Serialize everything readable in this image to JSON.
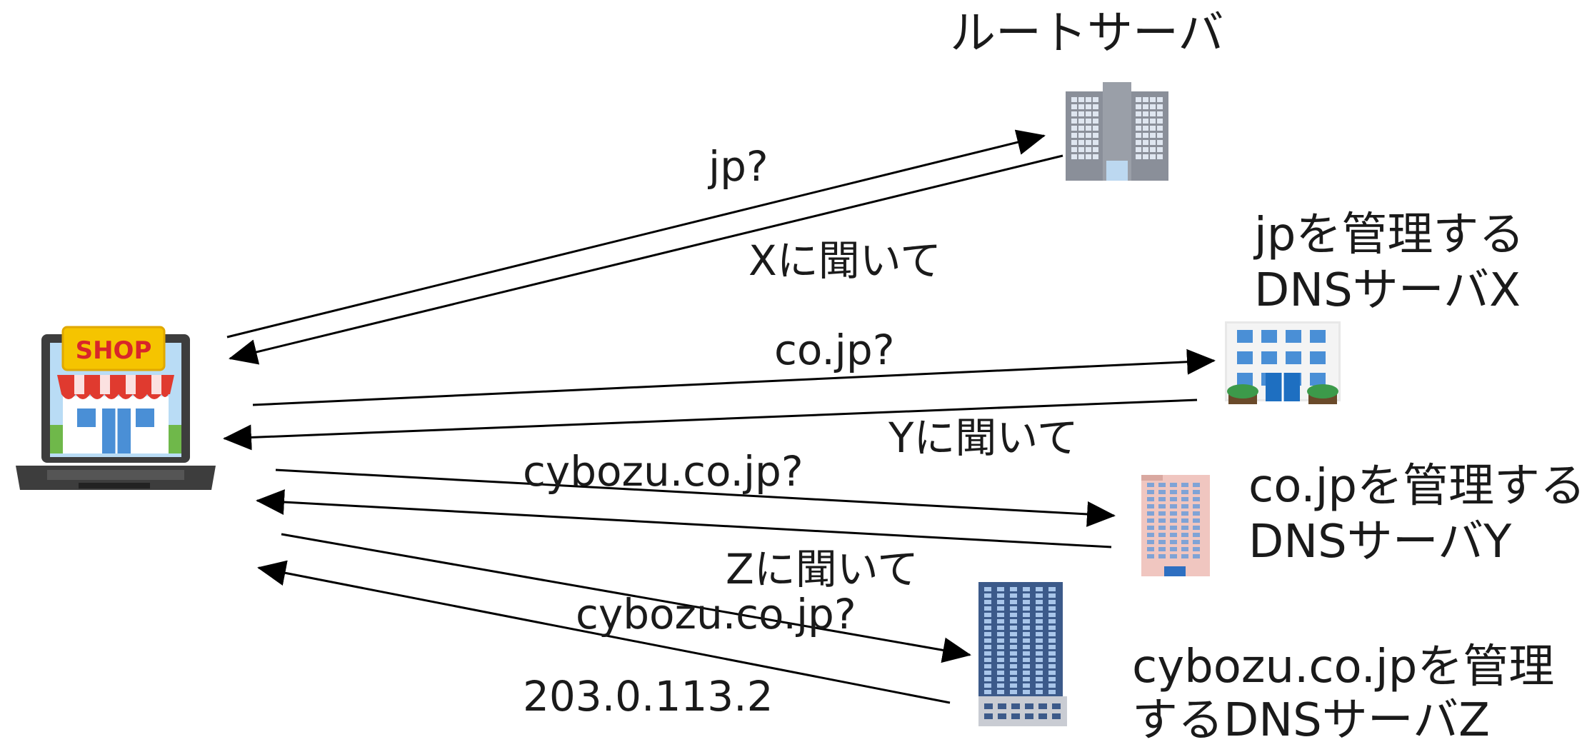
{
  "nodes": {
    "client": {
      "sign_text": "SHOP"
    },
    "root": {
      "label_lines": [
        "ルートサーバ"
      ]
    },
    "server_x": {
      "label_lines": [
        "jpを管理する",
        "DNSサーバX"
      ]
    },
    "server_y": {
      "label_lines": [
        "co.jpを管理する",
        "DNSサーバY"
      ]
    },
    "server_z": {
      "label_lines": [
        "cybozu.co.jpを管理",
        "するDNSサーバZ"
      ]
    }
  },
  "messages": [
    {
      "id": "q-root",
      "text": "jp?"
    },
    {
      "id": "r-root",
      "text": "Xに聞いて"
    },
    {
      "id": "q-x",
      "text": "co.jp?"
    },
    {
      "id": "r-x",
      "text": "Yに聞いて"
    },
    {
      "id": "q-y",
      "text": "cybozu.co.jp?"
    },
    {
      "id": "r-y",
      "text": "Zに聞いて"
    },
    {
      "id": "q-z",
      "text": "cybozu.co.jp?"
    },
    {
      "id": "r-z",
      "text": "203.0.113.2"
    }
  ],
  "colors": {
    "laptop_body": "#3d3d3d",
    "laptop_screen": "#b9dcf5",
    "awning_red": "#e03a2f",
    "sign_yellow": "#f5c400",
    "building_gray": "#8a8f99",
    "building_blue_window": "#4a8fd6",
    "building_pink": "#f0c6c0",
    "building_navy": "#3c5a8a"
  }
}
